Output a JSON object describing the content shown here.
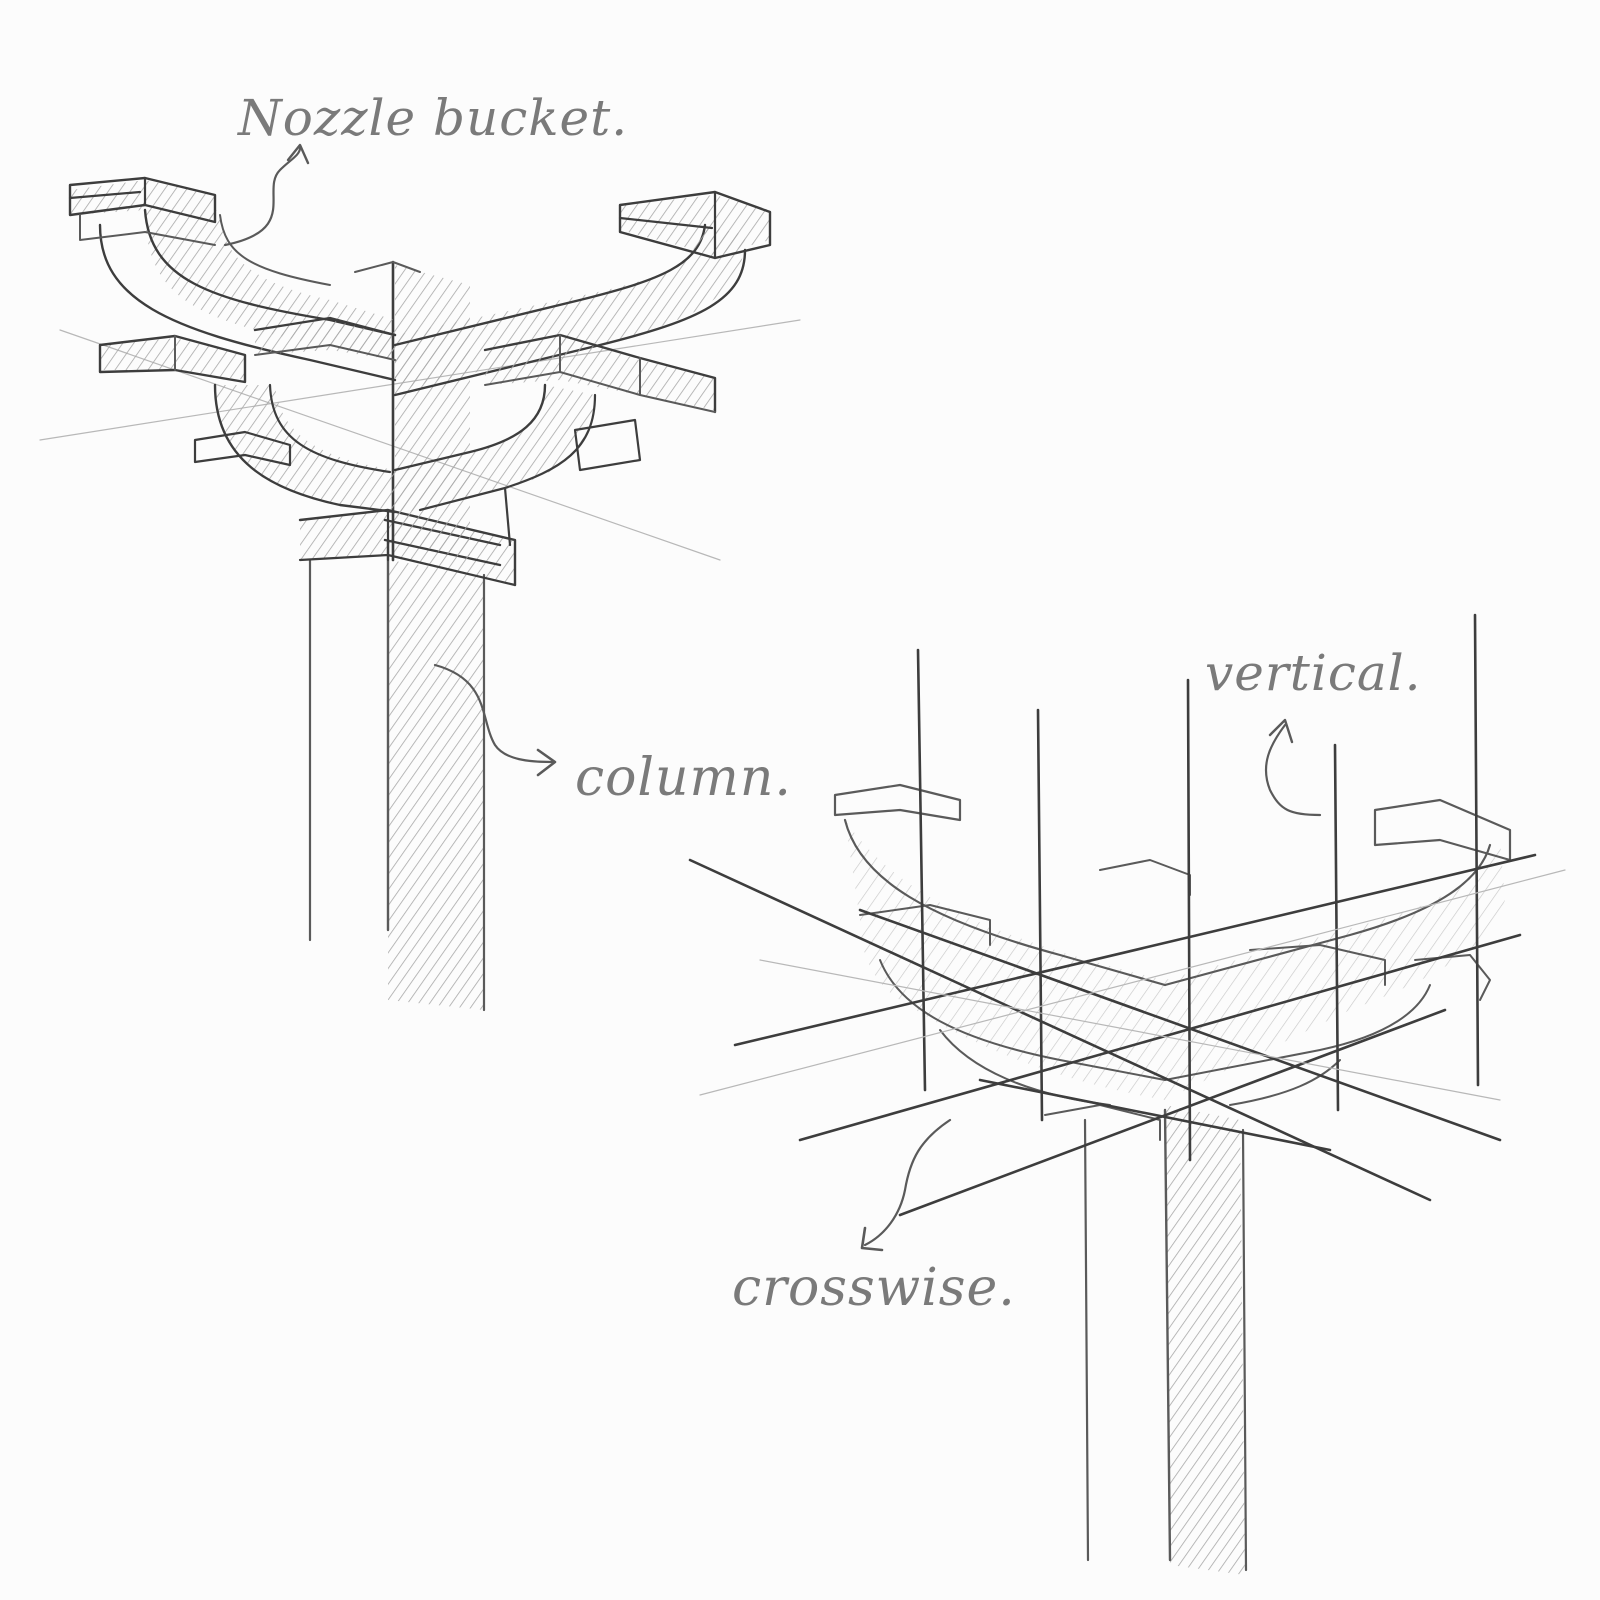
{
  "labels": {
    "nozzle_bucket": "Nozzle bucket.",
    "column": "column.",
    "vertical": "vertical.",
    "crosswise": "crosswise."
  },
  "colors": {
    "pencil": "#5a5a5a",
    "pencil_dark": "#3d3d3d",
    "shading": "#b0b0b0",
    "paper": "#fcfcfc"
  }
}
